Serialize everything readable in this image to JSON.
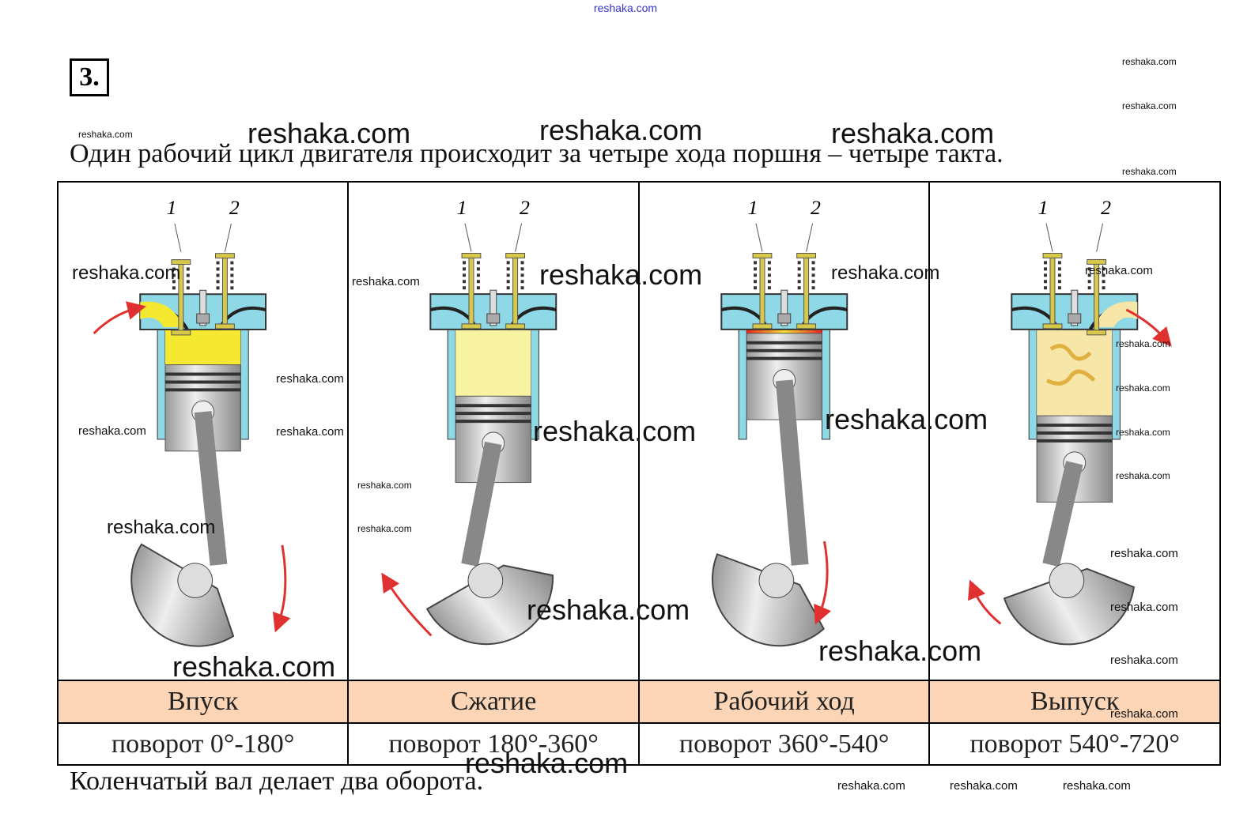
{
  "header_link": "reshaka.com",
  "task_number": "3.",
  "intro": "Один рабочий цикл двигателя происходит за четыре хода поршня – четыре такта.",
  "strokes": [
    {
      "name": "Впуск",
      "angle": "поворот 0°-180°",
      "chamber": "intake"
    },
    {
      "name": "Сжатие",
      "angle": "поворот 180°-360°",
      "chamber": "compression"
    },
    {
      "name": "Рабочий ход",
      "angle": "поворот 360°-540°",
      "chamber": "power"
    },
    {
      "name": "Выпуск",
      "angle": "поворот 540°-720°",
      "chamber": "exhaust"
    }
  ],
  "valve_labels": [
    "1",
    "2"
  ],
  "conclusion": "Коленчатый вал делает два оборота.",
  "watermark": "reshaka.com",
  "colors": {
    "header_bg": "#fbd5b5",
    "head": "#8fd8e6",
    "arrow": "#e03030",
    "valve": "#d8c84a"
  }
}
